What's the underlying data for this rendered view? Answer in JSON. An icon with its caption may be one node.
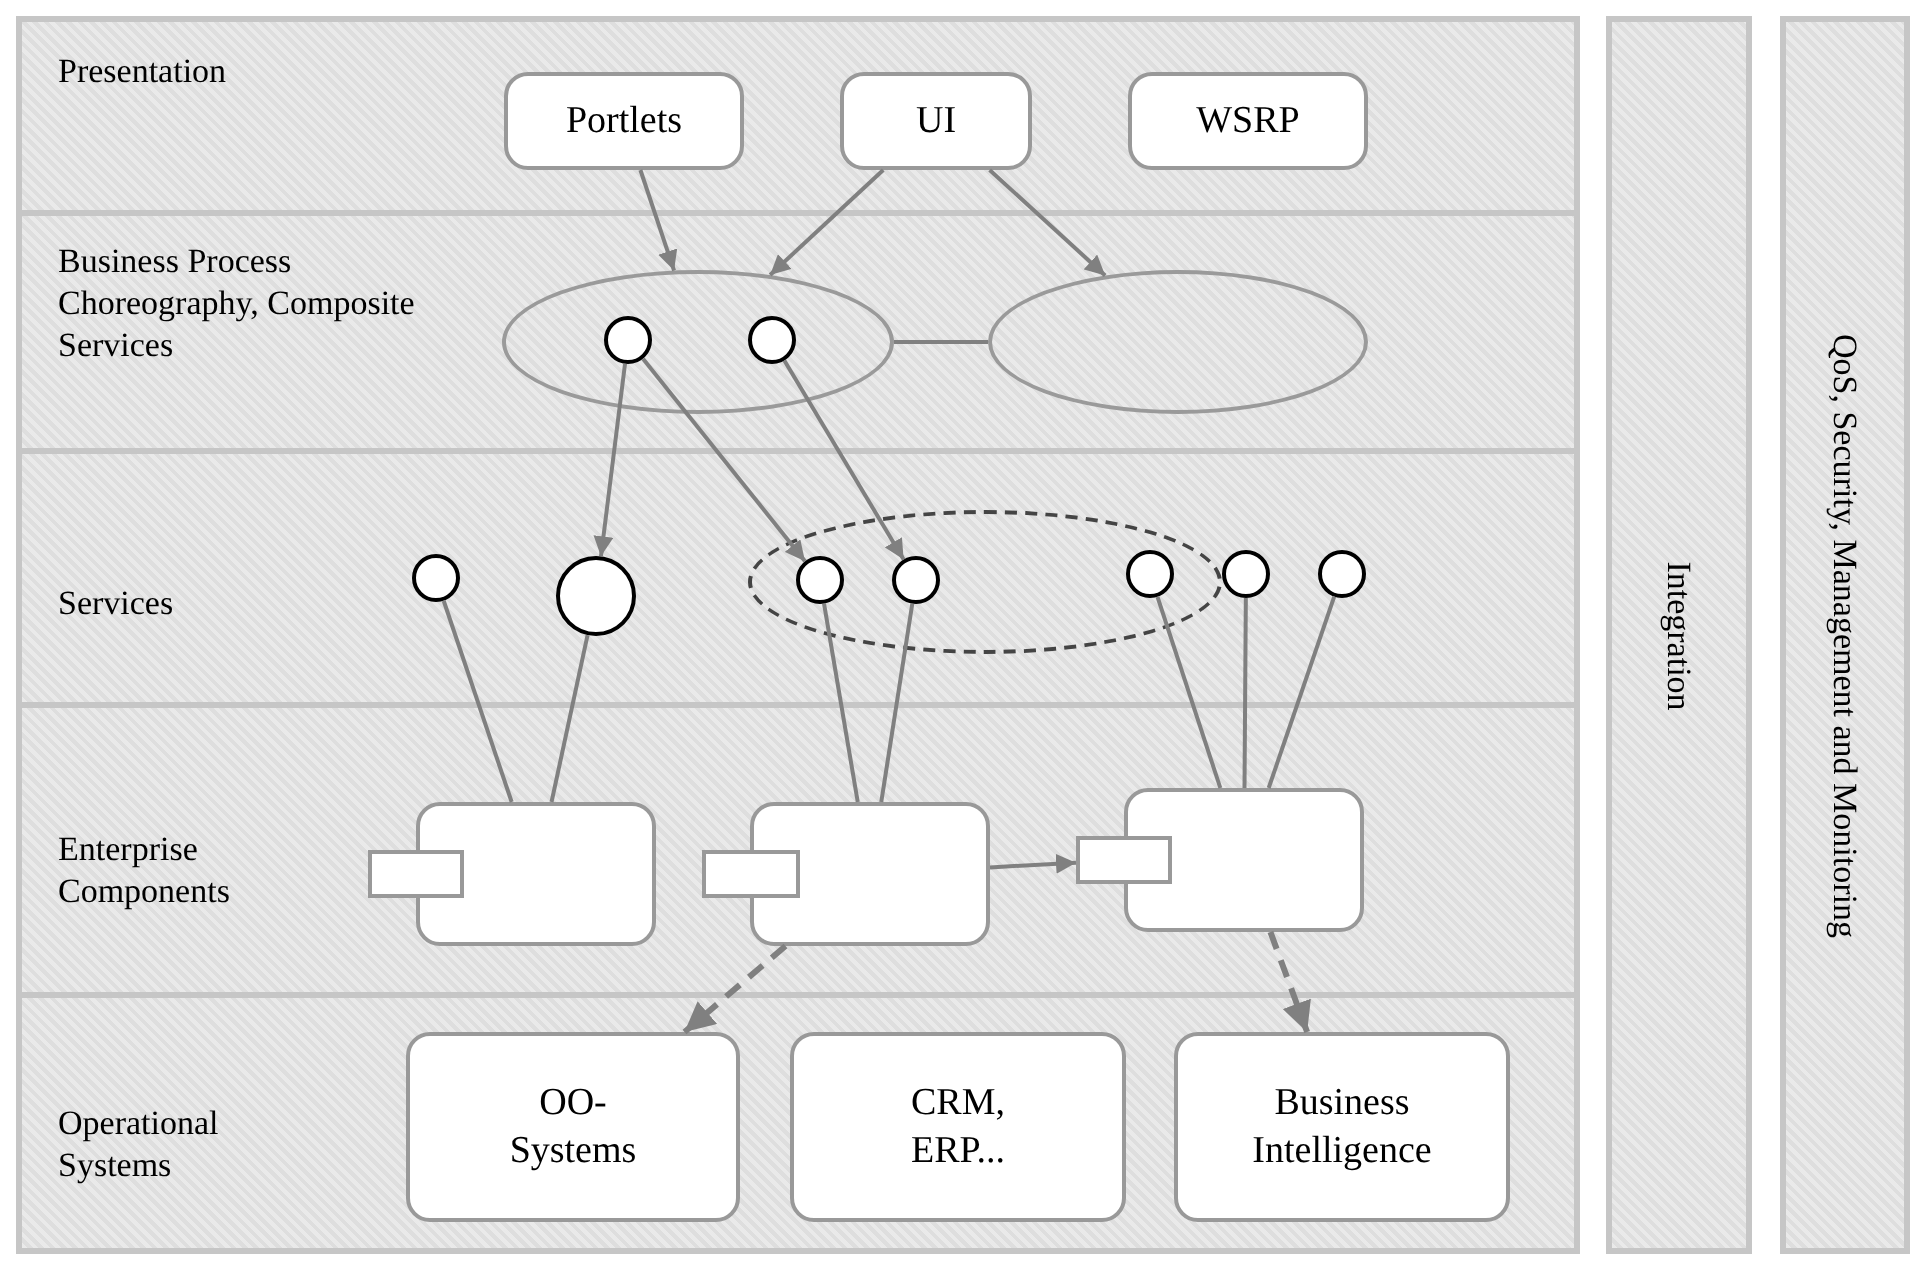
{
  "diagram": {
    "nodes": [
      {
        "text": [
          "Presentation"
        ]
      },
      {
        "text": [
          "Portlets"
        ],
        "in": 0
      },
      {
        "text": [
          "UI"
        ],
        "in": 0
      },
      {
        "text": [
          "WSRP"
        ],
        "in": 0
      },
      {
        "text": [
          "Business Process Choreography, Composite Services"
        ]
      },
      {
        "text": [],
        "shape": "ellipse",
        "in": 4
      },
      {
        "text": [],
        "shape": "circle",
        "in": 5
      },
      {
        "text": [],
        "shape": "circle",
        "in": 5
      },
      {
        "text": [],
        "shape": "ellipse",
        "in": 4
      },
      {
        "text": [
          "Services"
        ]
      },
      {
        "text": [],
        "shape": "circle",
        "in": 9
      },
      {
        "text": [],
        "shape": "circle",
        "in": 9
      },
      {
        "text": [],
        "shape": "ellipse",
        "in": 9
      },
      {
        "text": [],
        "shape": "circle",
        "in": 12
      },
      {
        "text": [],
        "shape": "circle",
        "in": 12
      },
      {
        "text": [],
        "shape": "circle",
        "in": 12
      },
      {
        "text": [],
        "shape": "circle",
        "in": 9
      },
      {
        "text": [],
        "shape": "circle",
        "in": 9
      },
      {
        "text": [
          "Enterprise Components"
        ]
      },
      {
        "text": [],
        "shape": "box",
        "in": 18
      },
      {
        "text": [],
        "shape": "box",
        "in": 18
      },
      {
        "text": [],
        "shape": "box",
        "in": 18
      },
      {
        "text": [],
        "shape": "box",
        "in": 18
      },
      {
        "text": [],
        "shape": "box",
        "in": 18
      },
      {
        "text": [],
        "shape": "box",
        "in": 18
      },
      {
        "text": [
          "Operational Systems"
        ]
      },
      {
        "text": [
          "OO- Systems"
        ],
        "in": 25
      },
      {
        "text": [
          "CRM, ERP..."
        ],
        "in": 25
      },
      {
        "text": [
          "Business Intelligence"
        ],
        "in": 25
      },
      {
        "text": [
          "Integration"
        ]
      },
      {
        "text": [
          "QoS, Security, Management and Monitoring"
        ]
      }
    ],
    "edges": [
      {
        "from": 1,
        "to": 5,
        "arrow": "to"
      },
      {
        "from": 2,
        "to": 5,
        "arrow": "to"
      },
      {
        "from": 2,
        "to": 8,
        "arrow": "to"
      },
      {
        "from": 5,
        "to": 8,
        "arrow": "none"
      },
      {
        "from": 6,
        "to": 11,
        "arrow": "to"
      },
      {
        "from": 6,
        "to": 13,
        "arrow": "to"
      },
      {
        "from": 7,
        "to": 14,
        "arrow": "to"
      },
      {
        "from": 10,
        "to": 19,
        "arrow": "none"
      },
      {
        "from": 11,
        "to": 19,
        "arrow": "none"
      },
      {
        "from": 13,
        "to": 21,
        "arrow": "none"
      },
      {
        "from": 14,
        "to": 21,
        "arrow": "none"
      },
      {
        "from": 15,
        "to": 23,
        "arrow": "none"
      },
      {
        "from": 16,
        "to": 23,
        "arrow": "none"
      },
      {
        "from": 17,
        "to": 23,
        "arrow": "none"
      },
      {
        "from": 21,
        "to": 24,
        "arrow": "to"
      },
      {
        "from": 21,
        "to": 26,
        "arrow": "to",
        "style": "dashed"
      },
      {
        "from": 23,
        "to": 28,
        "arrow": "to",
        "style": "dashed"
      }
    ]
  }
}
